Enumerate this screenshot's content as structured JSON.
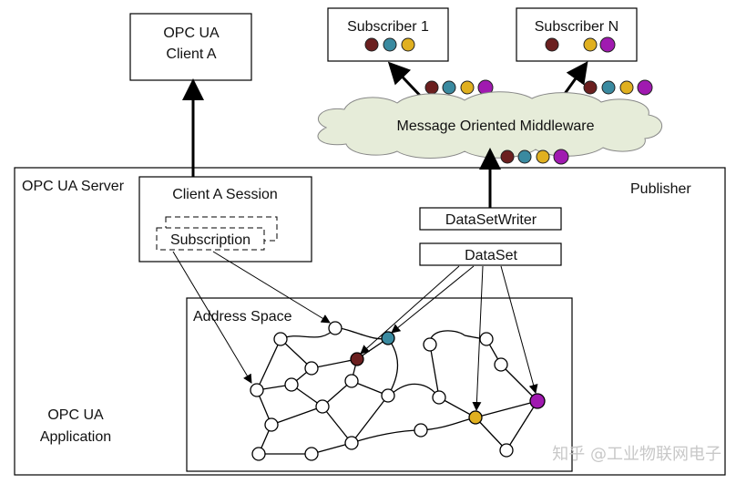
{
  "client_a": {
    "line1": "OPC UA",
    "line2": "Client A"
  },
  "subscriber_1": {
    "label": "Subscriber 1"
  },
  "subscriber_n": {
    "label": "Subscriber N"
  },
  "middleware": {
    "label": "Message Oriented Middleware"
  },
  "server": {
    "label": "OPC UA Server"
  },
  "publisher": {
    "label": "Publisher"
  },
  "session": {
    "label": "Client A Session",
    "subscription": "Subscription"
  },
  "dataset_writer": {
    "label": "DataSetWriter"
  },
  "dataset": {
    "label": "DataSet"
  },
  "address_space": {
    "label": "Address Space"
  },
  "application": {
    "line1": "OPC UA",
    "line2": "Application"
  },
  "watermark": {
    "text": "知乎 @工业物联网电子"
  },
  "colors": {
    "brown": "#6b1f1f",
    "teal": "#3a8aa0",
    "gold": "#e0b020",
    "purple": "#a01ab0"
  }
}
